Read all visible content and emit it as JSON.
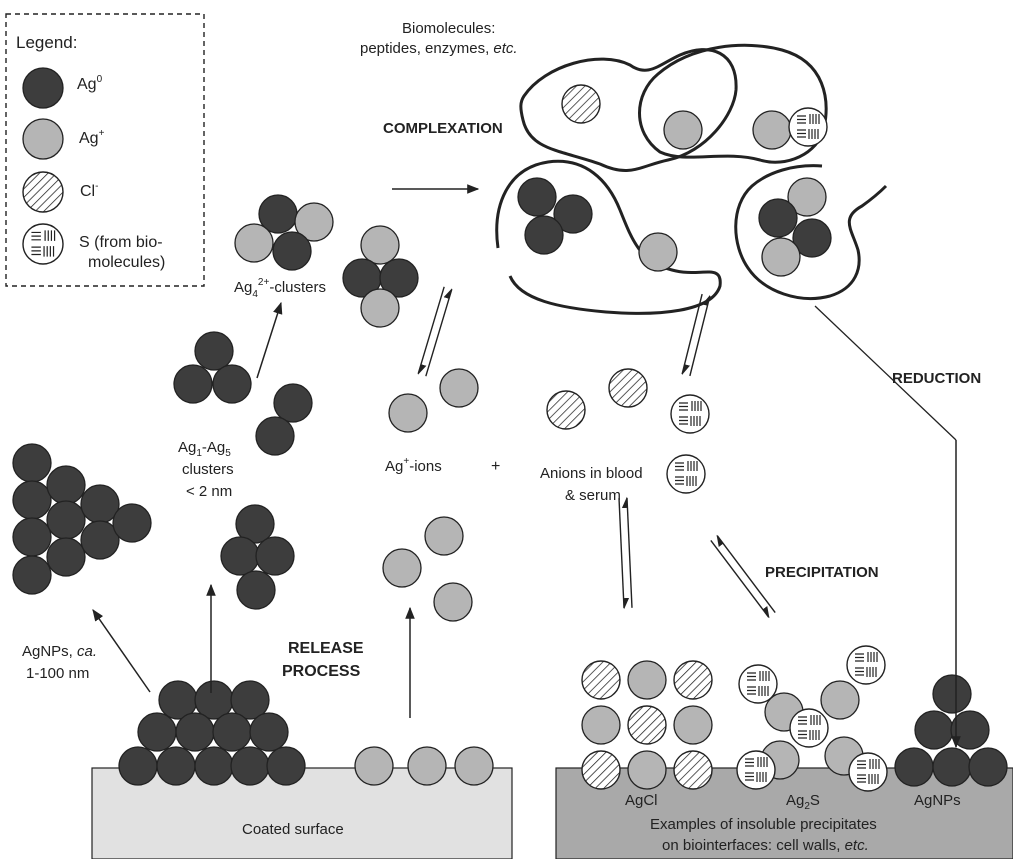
{
  "legend": {
    "title": "Legend:",
    "ag0": "Ag",
    "ag0_sup": "0",
    "agplus": "Ag",
    "agplus_sup": "+",
    "cl": "Cl",
    "cl_sup": "-",
    "s_line1": "S (from bio-",
    "s_line2": "molecules)"
  },
  "labels": {
    "biomolecules_line1": "Biomolecules:",
    "biomolecules_line2": "peptides, enzymes,",
    "biomolecules_etc": "etc.",
    "complexation": "COMPLEXATION",
    "reduction": "REDUCTION",
    "precipitation": "PRECIPITATION",
    "release_line1": "RELEASE",
    "release_line2": "PROCESS",
    "ag4_main": "Ag",
    "ag4_sub": "4",
    "ag4_sup": "2+",
    "ag4_tail": "-clusters",
    "clusters_ag": "Ag",
    "clusters_sub1": "1",
    "clusters_dash": "-Ag",
    "clusters_sub5": "5",
    "clusters_line2": "clusters",
    "clusters_line3": "< 2 nm",
    "agnps_line1": "AgNPs,",
    "agnps_ca": "ca.",
    "agnps_line2": "1-100 nm",
    "ag_ions_main": "Ag",
    "ag_ions_sup": "+",
    "ag_ions_tail": "-ions",
    "plus_sign": "+",
    "anions_line1": "Anions in blood",
    "anions_line2": "& serum",
    "coated_surface": "Coated surface",
    "agcl": "AgCl",
    "ag2s_main": "Ag",
    "ag2s_sub": "2",
    "ag2s_tail": "S",
    "agnps_bottom": "AgNPs",
    "examples_line1": "Examples of insoluble precipitates",
    "examples_line2": "on biointerfaces: cell walls,",
    "examples_etc": "etc."
  },
  "colors": {
    "ag0": "#3d3d3d",
    "agplus": "#b5b5b5",
    "surface_left": "#e1e1e1",
    "surface_right": "#a9a9a9",
    "line": "#222222"
  }
}
